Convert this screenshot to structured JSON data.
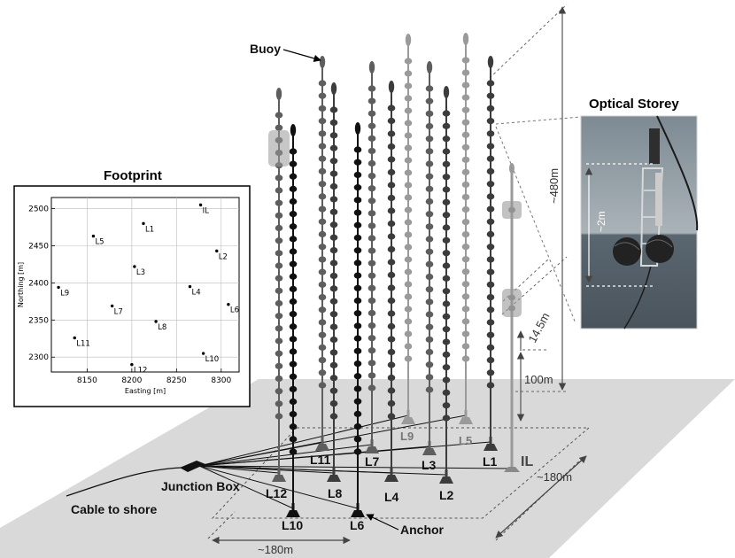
{
  "labels": {
    "buoy": "Buoy",
    "optical_storey": "Optical Storey",
    "footprint": "Footprint",
    "junction_box": "Junction Box",
    "cable_to_shore": "Cable to shore",
    "anchor": "Anchor",
    "il": "IL"
  },
  "dimensions": {
    "height_total": "~480m",
    "storey_spacing": "14.5m",
    "first_storey": "100m",
    "width_right": "~180m",
    "width_bottom": "~180m",
    "storey_size": "~2m"
  },
  "lines": [
    {
      "name": "L1",
      "shade": "dark"
    },
    {
      "name": "L2",
      "shade": "dark"
    },
    {
      "name": "L3",
      "shade": "mid"
    },
    {
      "name": "L4",
      "shade": "dark"
    },
    {
      "name": "L5",
      "shade": "light"
    },
    {
      "name": "L6",
      "shade": "black"
    },
    {
      "name": "L7",
      "shade": "mid"
    },
    {
      "name": "L8",
      "shade": "dark"
    },
    {
      "name": "L9",
      "shade": "light"
    },
    {
      "name": "L10",
      "shade": "black"
    },
    {
      "name": "L11",
      "shade": "mid"
    },
    {
      "name": "L12",
      "shade": "mid"
    }
  ],
  "footprint": {
    "xlabel": "Easting [m]",
    "ylabel": "Northing [m]",
    "xticks": [
      "8150",
      "8200",
      "8250",
      "8300"
    ],
    "yticks": [
      "2300",
      "2350",
      "2400",
      "2450",
      "2500"
    ],
    "xlim": [
      8110,
      8320
    ],
    "ylim": [
      2280,
      2515
    ],
    "points": [
      {
        "label": "IL",
        "x": 8277,
        "y": 2505
      },
      {
        "label": "L1",
        "x": 8213,
        "y": 2480
      },
      {
        "label": "L5",
        "x": 8157,
        "y": 2463
      },
      {
        "label": "L2",
        "x": 8295,
        "y": 2443
      },
      {
        "label": "L3",
        "x": 8203,
        "y": 2422
      },
      {
        "label": "L9",
        "x": 8118,
        "y": 2394
      },
      {
        "label": "L4",
        "x": 8265,
        "y": 2395
      },
      {
        "label": "L7",
        "x": 8178,
        "y": 2369
      },
      {
        "label": "L6",
        "x": 8308,
        "y": 2371
      },
      {
        "label": "L8",
        "x": 8227,
        "y": 2348
      },
      {
        "label": "L11",
        "x": 8136,
        "y": 2326
      },
      {
        "label": "L10",
        "x": 8280,
        "y": 2305
      },
      {
        "label": "L12",
        "x": 8200,
        "y": 2290
      }
    ]
  },
  "colors": {
    "black": "#111111",
    "dark": "#3c3c3c",
    "mid": "#5e5e5e",
    "light": "#9a9a9a",
    "seabed": "#d9d9d9"
  }
}
